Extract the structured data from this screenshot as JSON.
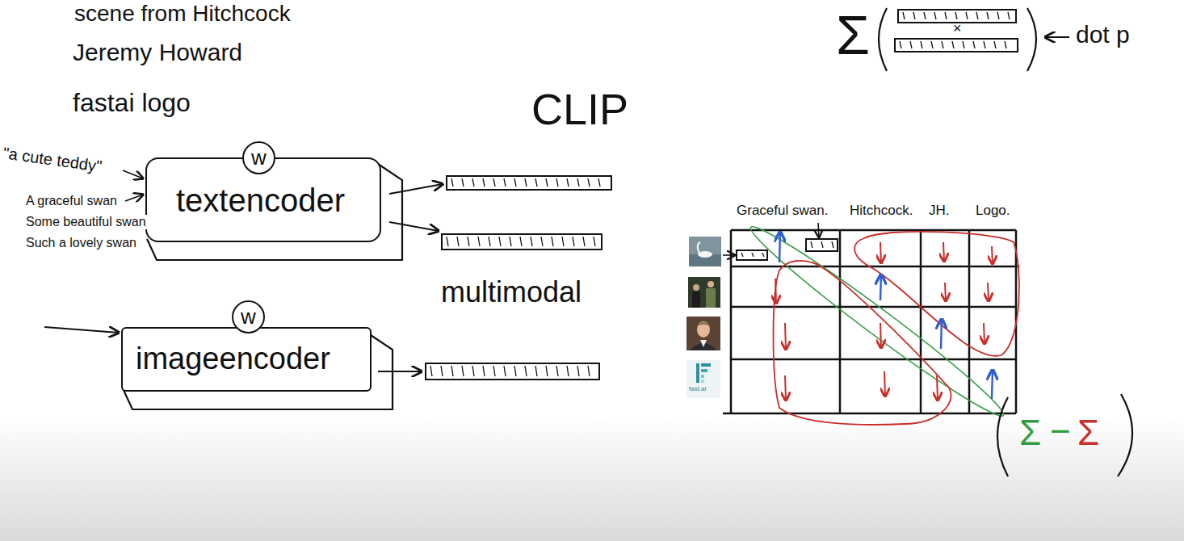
{
  "diagram": {
    "title": "CLIP",
    "nodes": [
      {
        "text": [
          "textencoder"
        ]
      },
      {
        "text": [
          "w"
        ],
        "in": 0
      },
      {
        "text": [
          "imageencoder"
        ]
      },
      {
        "text": [
          "w"
        ],
        "in": 2
      }
    ],
    "labels": [
      "scene from Hitchcock",
      "Jeremy Howard",
      "fastai logo",
      "\"a cute teddy\"",
      "A graceful swan",
      "Some beautiful swan",
      "Such a lovely swan",
      "multimodal",
      "Graceful swan.",
      "Hitchcock.",
      "JH.",
      "Logo.",
      "fast.ai",
      "Σ",
      "×",
      "dot p",
      "Σ",
      "−",
      "Σ"
    ]
  }
}
